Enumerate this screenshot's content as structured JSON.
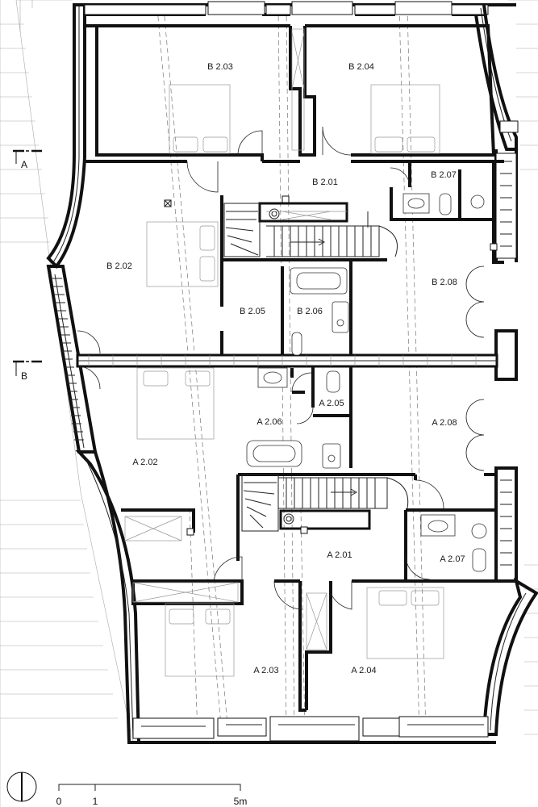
{
  "plan": {
    "units_top": [
      "B 2.01",
      "B 2.02",
      "B 2.03",
      "B 2.04",
      "B 2.05",
      "B 2.06",
      "B 2.07",
      "B 2.08"
    ],
    "units_bottom": [
      "A 2.01",
      "A 2.02",
      "A 2.03",
      "A 2.04",
      "A 2.05",
      "A 2.06",
      "A 2.07",
      "A 2.08"
    ],
    "section_markers": [
      "A",
      "B"
    ],
    "scale_bar": {
      "labels": [
        "0",
        "1",
        "5m"
      ]
    }
  },
  "colors": {
    "line": "#111111",
    "hatch": "#999999",
    "background": "#ffffff"
  },
  "icons": [
    "north-arrow-icon"
  ]
}
